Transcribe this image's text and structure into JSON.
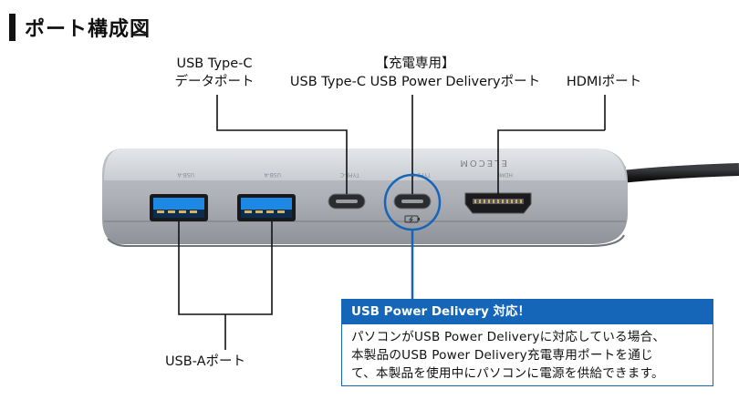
{
  "title": "ポート構成図",
  "labels": {
    "typec_line1": "USB Type-C",
    "typec_line2": "データポート",
    "pd_line1": "【充電専用】",
    "pd_line2": "USB Type-C USB Power Deliveryポート",
    "hdmi": "HDMIポート",
    "usba": "USB-Aポート"
  },
  "device": {
    "brand": "ELECOM",
    "port_tags": [
      "USB-A",
      "USB-A",
      "TYPE-C",
      "TYPE-C",
      "HDMI"
    ]
  },
  "callout": {
    "heading": "USB Power Delivery 対応！",
    "lines": [
      "パソコンがUSB Power Deliveryに対応している場合、",
      "本製品のUSB Power Delivery充電専用ポートを通じ",
      "て、本製品を使用中にパソコンに電源を供給できます。"
    ]
  },
  "colors": {
    "accent": "#1565b8",
    "usb_a_blue": "#1e88e5",
    "body_silver": "#b9bcc1"
  }
}
